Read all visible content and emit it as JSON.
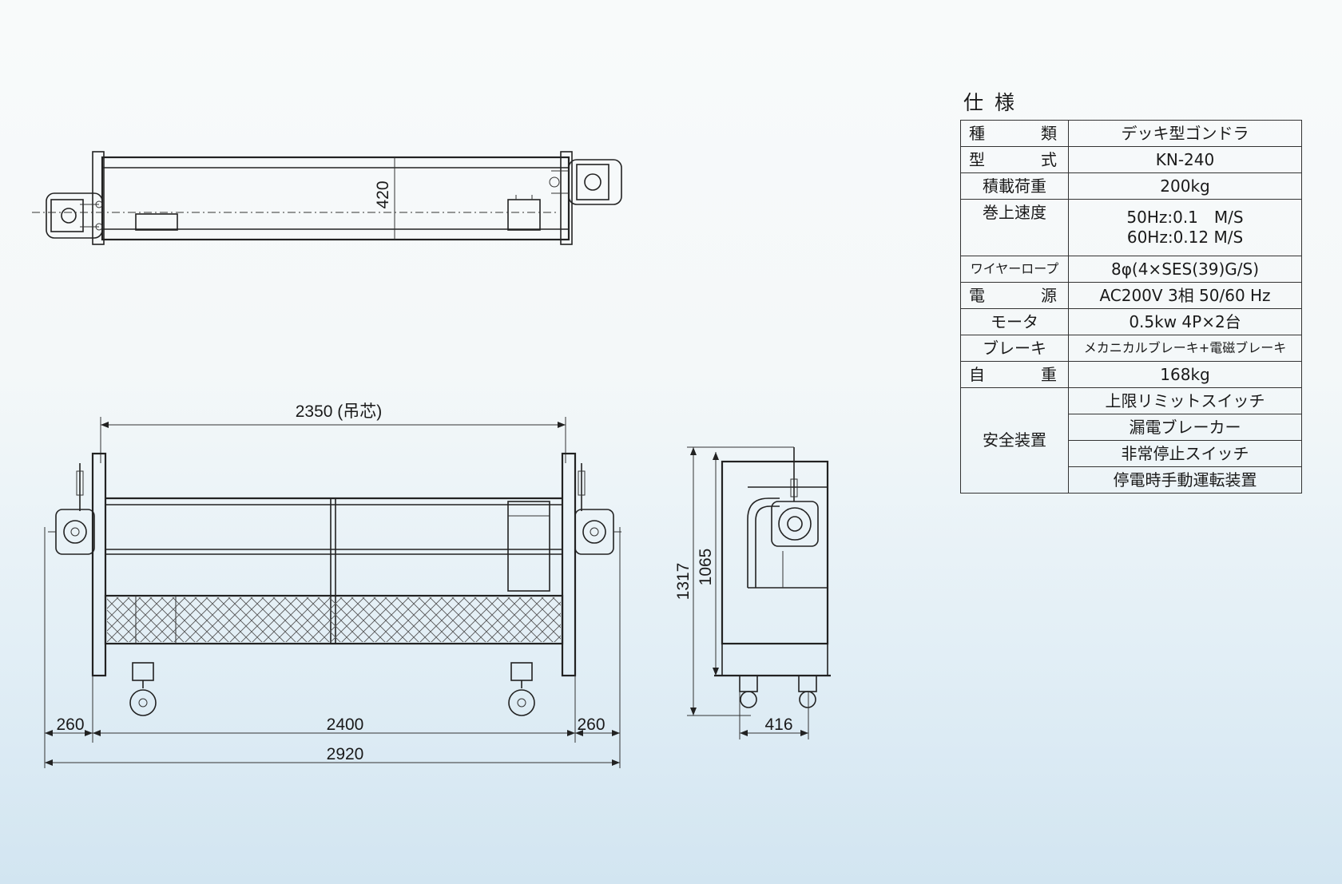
{
  "spec_sheet": {
    "title": "仕様",
    "rows": [
      {
        "key": "種類",
        "value": "デッキ型ゴンドラ"
      },
      {
        "key": "型式",
        "value": "KN-240"
      },
      {
        "key": "積載荷重",
        "value": "200kg"
      },
      {
        "key": "巻上速度",
        "value_lines": [
          "50Hz:0.1　M/S",
          "60Hz:0.12 M/S"
        ]
      },
      {
        "key": "ワイヤーロープ",
        "value": "8φ(4×SES(39)G/S)"
      },
      {
        "key": "電源",
        "value": "AC200V 3相 50/60 Hz"
      },
      {
        "key": "モータ",
        "value": "0.5kw 4P×2台"
      },
      {
        "key": "ブレーキ",
        "value": "メカニカルブレーキ+電磁ブレーキ"
      },
      {
        "key": "自重",
        "value": "168kg"
      }
    ],
    "safety": {
      "key": "安全装置",
      "items": [
        "上限リミットスイッチ",
        "漏電ブレーカー",
        "非常停止スイッチ",
        "停電時手動運転装置"
      ]
    }
  },
  "dimensions": {
    "top_view_width": "420",
    "hoist_span": "2350 (吊芯)",
    "left_overhang": "260",
    "deck_length": "2400",
    "right_overhang": "260",
    "overall_length": "2920",
    "overall_height": "1317",
    "rail_height": "1065",
    "deck_width": "416"
  }
}
